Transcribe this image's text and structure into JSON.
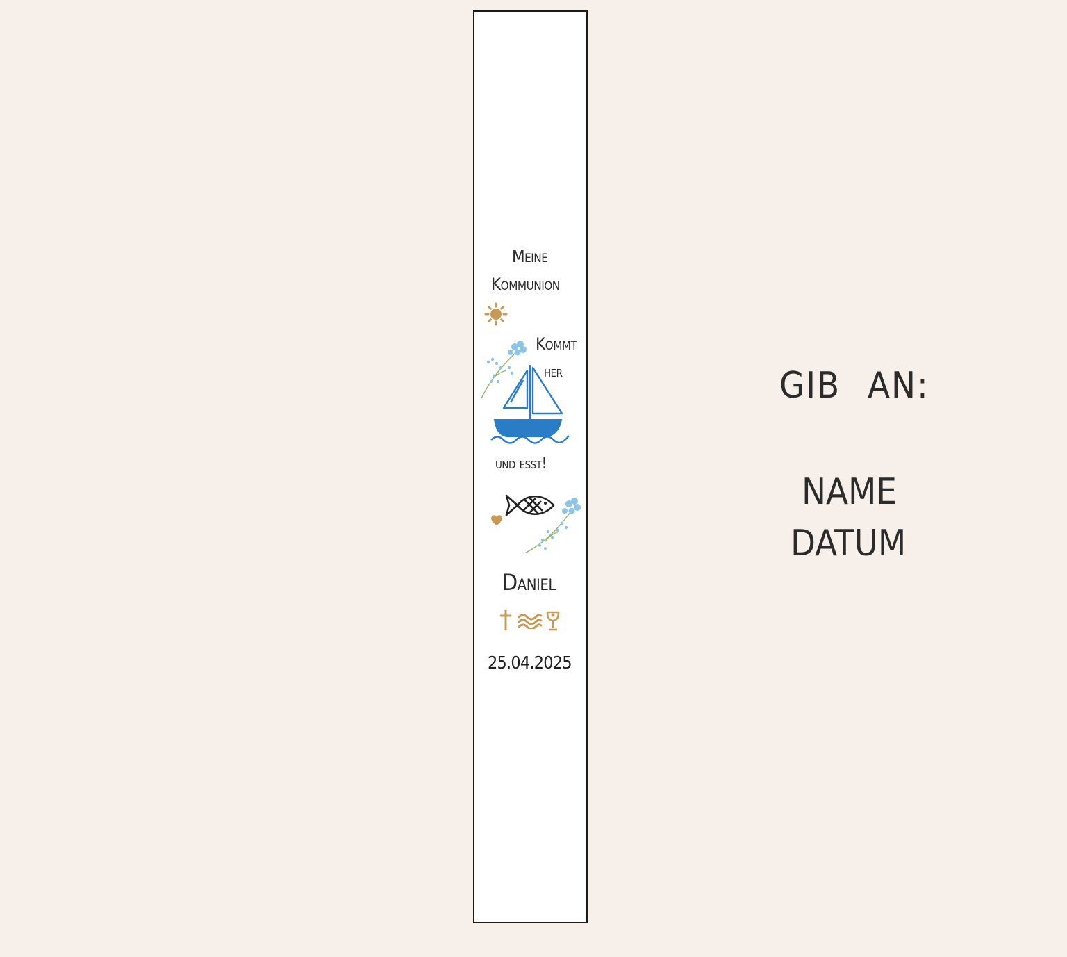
{
  "candle_strip": {
    "line1": "Meine",
    "line2": "Kommunion",
    "line3": "Kommt",
    "line4": "her",
    "line5": "und esst!",
    "name": "Daniel",
    "date": "25.04.2025",
    "icons": [
      "sun-icon",
      "flower-branch-icon",
      "sailboat-icon",
      "fish-icon",
      "heart-icon",
      "cross-icon",
      "waves-icon",
      "chalice-icon"
    ]
  },
  "instructions": {
    "heading": "GIB AN:",
    "item1": "NAME",
    "item2": "DATUM"
  },
  "colors": {
    "background": "#f7efe9",
    "strip": "#ffffff",
    "text": "#2b2b2b",
    "boat_blue": "#2a7cc7",
    "gold": "#c99a55",
    "flower_blue": "#8cc5e6",
    "stem_green": "#8fb36a"
  }
}
